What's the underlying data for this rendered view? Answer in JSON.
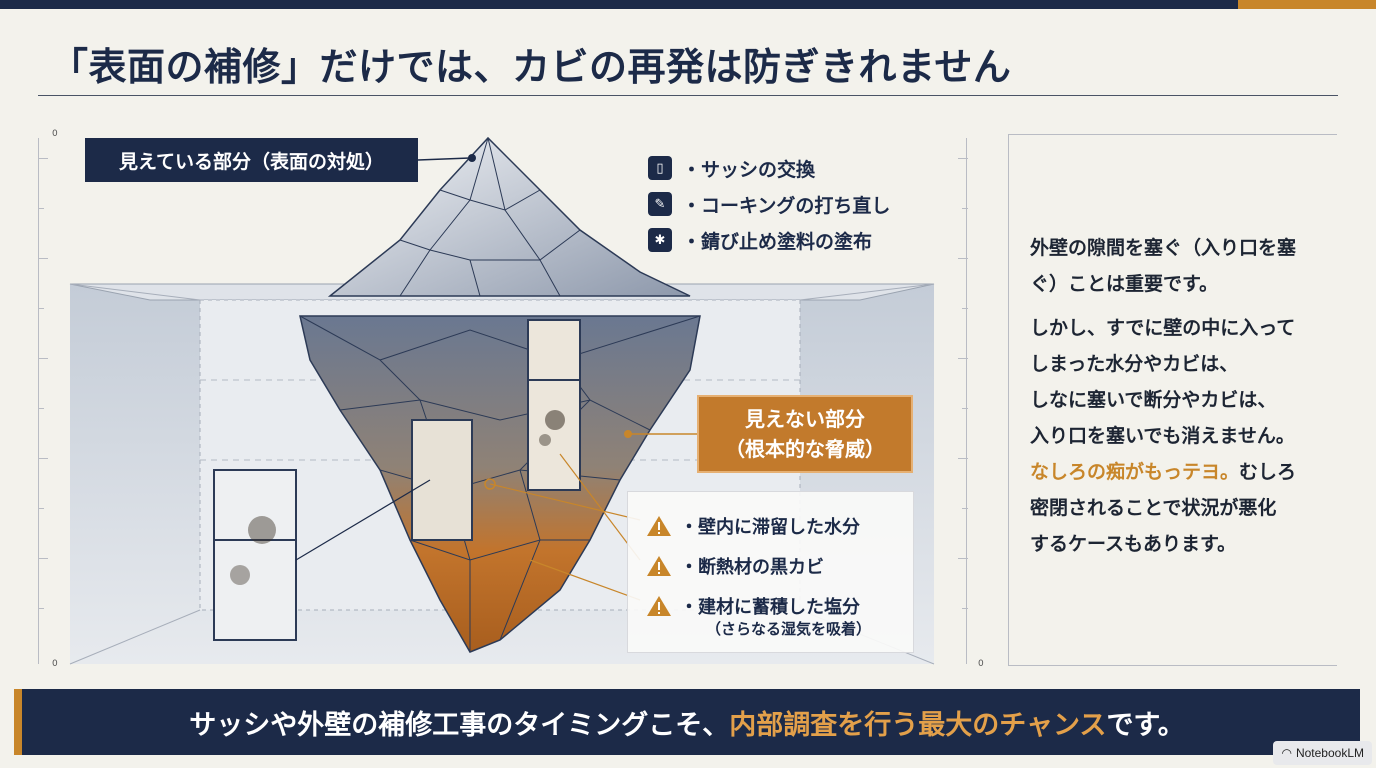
{
  "title": "「表面の補修」だけでは、カビの再発は防ぎきれません",
  "ruler": {
    "left_top": "0",
    "left_bottom": "0",
    "right_bottom": "0"
  },
  "visible_label": "見えている部分（表面の対処）",
  "fixes": [
    {
      "icon": "window-frame-icon",
      "label": "・サッシの交換"
    },
    {
      "icon": "caulking-gun-icon",
      "label": "・コーキングの打ち直し"
    },
    {
      "icon": "spray-can-icon",
      "label": "・錆び止め塗料の塗布"
    }
  ],
  "hidden_label": {
    "line1": "見えない部分",
    "line2": "（根本的な脅威）"
  },
  "threats": [
    {
      "icon": "warning-icon",
      "label": "・壁内に滞留した水分"
    },
    {
      "icon": "warning-icon",
      "label": "・断熱材の黒カビ"
    },
    {
      "icon": "warning-icon",
      "label": "・建材に蓄積した塩分"
    }
  ],
  "threat_note": "（さらなる湿気を吸着）",
  "side_text": {
    "p1_line1": "外壁の隙間を塞ぐ（入り口を塞",
    "p1_line2": "ぐ）ことは重要です。",
    "p2_line1": "しかし、すでに壁の中に入って",
    "p2_line2": "しまった水分やカビは、",
    "p2_line3": "しなに塞いで断分やカビは、",
    "p2_line4": "入り口を塞いでも消えません。",
    "p3_accent": "なしろの痴がもっテヨ。",
    "p3_line1_rest": "むしろ",
    "p3_line2": "密閉されることで状況が悪化",
    "p3_line3": "するケースもあります。"
  },
  "bottom": {
    "part1": "サッシや外壁の補修工事のタイミングこそ、",
    "highlight": "内部調査を行う最大のチャンス",
    "part2": "です。"
  },
  "brand": "NotebookLM",
  "colors": {
    "navy": "#1c2a48",
    "orange": "#c8862a",
    "background": "#f3f2ec"
  }
}
